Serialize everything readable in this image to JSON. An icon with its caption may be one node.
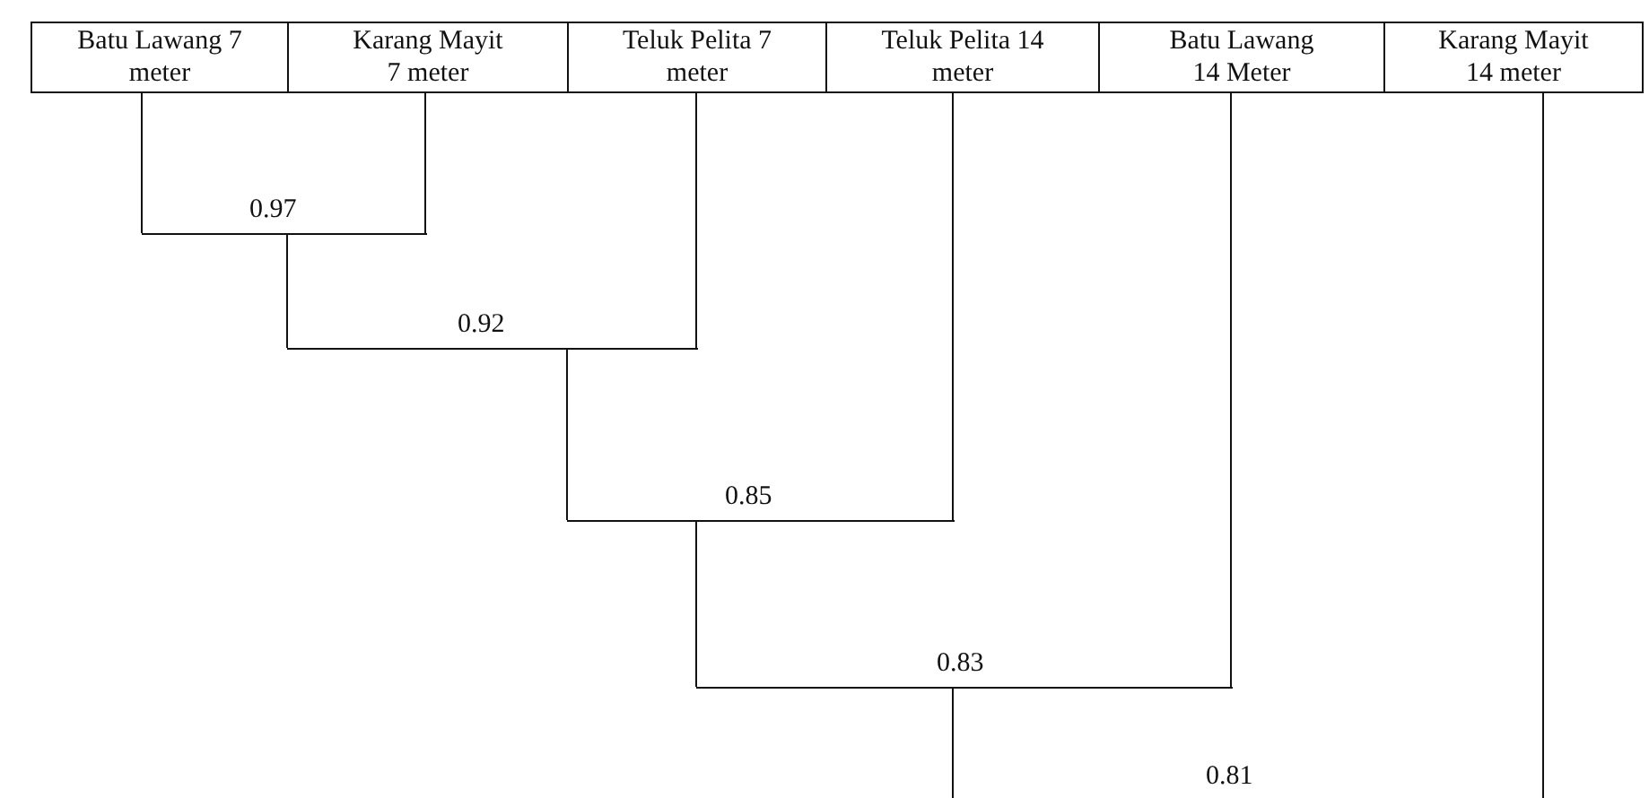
{
  "diagram": {
    "nodes": [
      {
        "text": [
          "Batu Lawang 7 meter"
        ]
      },
      {
        "text": [
          "Karang Mayit 7 meter"
        ]
      },
      {
        "text": [
          "Teluk Pelita 7 meter"
        ]
      },
      {
        "text": [
          "Teluk Pelita 14 meter"
        ]
      },
      {
        "text": [
          "Batu Lawang 14 Meter"
        ]
      },
      {
        "text": [
          "Karang Mayit 14 meter"
        ]
      },
      {
        "text": [
          "0.97"
        ]
      },
      {
        "text": [
          "0.92"
        ]
      },
      {
        "text": [
          "0.85"
        ]
      },
      {
        "text": [
          "0.83"
        ]
      }
    ],
    "edges": [
      {
        "from": 0,
        "to": 6,
        "arrow": "none"
      },
      {
        "from": 1,
        "to": 6,
        "arrow": "none"
      },
      {
        "from": 6,
        "to": 7,
        "arrow": "none"
      },
      {
        "from": 2,
        "to": 7,
        "arrow": "none"
      },
      {
        "from": 7,
        "to": 8,
        "arrow": "none"
      },
      {
        "from": 3,
        "to": 8,
        "arrow": "none"
      },
      {
        "from": 8,
        "to": 9,
        "arrow": "none"
      },
      {
        "from": 4,
        "to": 9,
        "arrow": "none"
      },
      {
        "from": 9,
        "to": null,
        "arrow": "none"
      },
      {
        "from": 5,
        "to": null,
        "arrow": "none"
      }
    ],
    "labels": [
      "0.81"
    ]
  }
}
